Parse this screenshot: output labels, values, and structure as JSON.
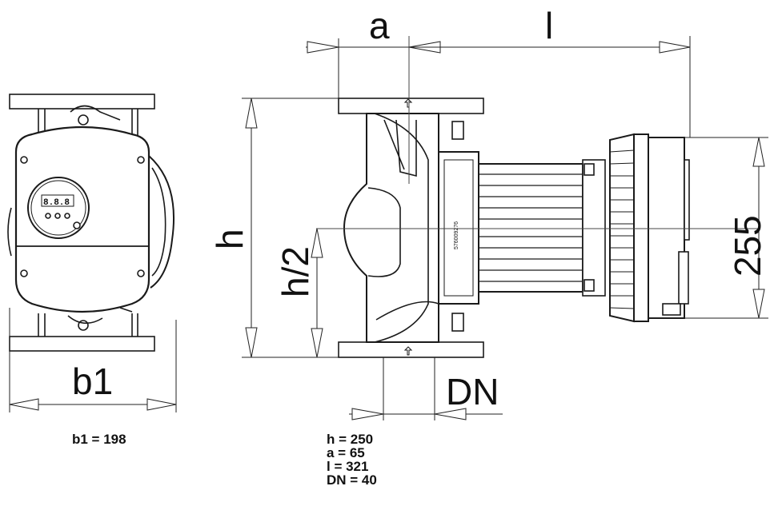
{
  "labels": {
    "a": "a",
    "l": "l",
    "h": "h",
    "h_half": "h/2",
    "b1": "b1",
    "dn": "DN",
    "height_255": "255"
  },
  "values": {
    "b1": "b1 = 198",
    "h": "h = 250",
    "a": "a = 65",
    "l": "l = 321",
    "dn": "DN = 40"
  },
  "nameplate": {
    "display_digits": "8.8.8",
    "side_text": "576009276"
  }
}
